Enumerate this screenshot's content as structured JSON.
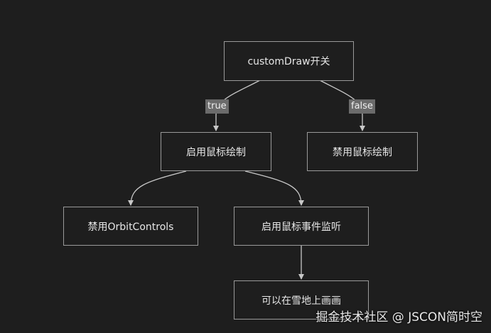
{
  "nodes": {
    "custom_draw": "customDraw开关",
    "enable_draw": "启用鼠标绘制",
    "disable_draw": "禁用鼠标绘制",
    "disable_orbit": "禁用OrbitControls",
    "enable_listen": "启用鼠标事件监听",
    "can_draw": "可以在雪地上画画"
  },
  "edges": {
    "true_label": "true",
    "false_label": "false"
  },
  "colors": {
    "background": "#1e1e1e",
    "node_border": "#9a9a9a",
    "edge": "#c8c8c8",
    "edge_label_bg": "#6b6b6b"
  },
  "watermark": "掘金技术社区 @ JSCON简时空"
}
